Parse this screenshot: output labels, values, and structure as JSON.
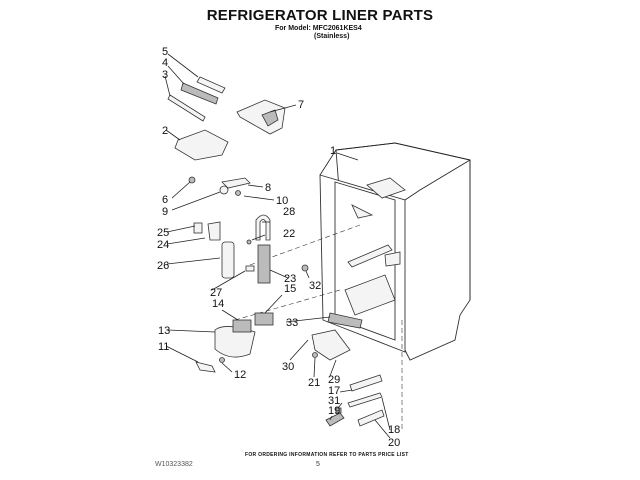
{
  "header": {
    "title": "REFRIGERATOR LINER PARTS",
    "model_line": "For Model: MFC2061KES4",
    "finish": "(Stainless)"
  },
  "footer": {
    "ordering_note": "FOR ORDERING INFORMATION REFER TO PARTS PRICE LIST",
    "document_number": "W10323382",
    "page_number": "5"
  },
  "callouts": {
    "c1": "1",
    "c2": "2",
    "c3": "3",
    "c4": "4",
    "c5": "5",
    "c6": "6",
    "c7": "7",
    "c8": "8",
    "c9": "9",
    "c10": "10",
    "c11": "11",
    "c12": "12",
    "c13": "13",
    "c14": "14",
    "c15": "15",
    "c17": "17",
    "c18": "18",
    "c19": "19",
    "c20": "20",
    "c21": "21",
    "c22": "22",
    "c23": "23",
    "c24": "24",
    "c25": "25",
    "c26": "26",
    "c27": "27",
    "c28": "28",
    "c29": "29",
    "c30": "30",
    "c31": "31",
    "c32": "32",
    "c33": "33"
  }
}
